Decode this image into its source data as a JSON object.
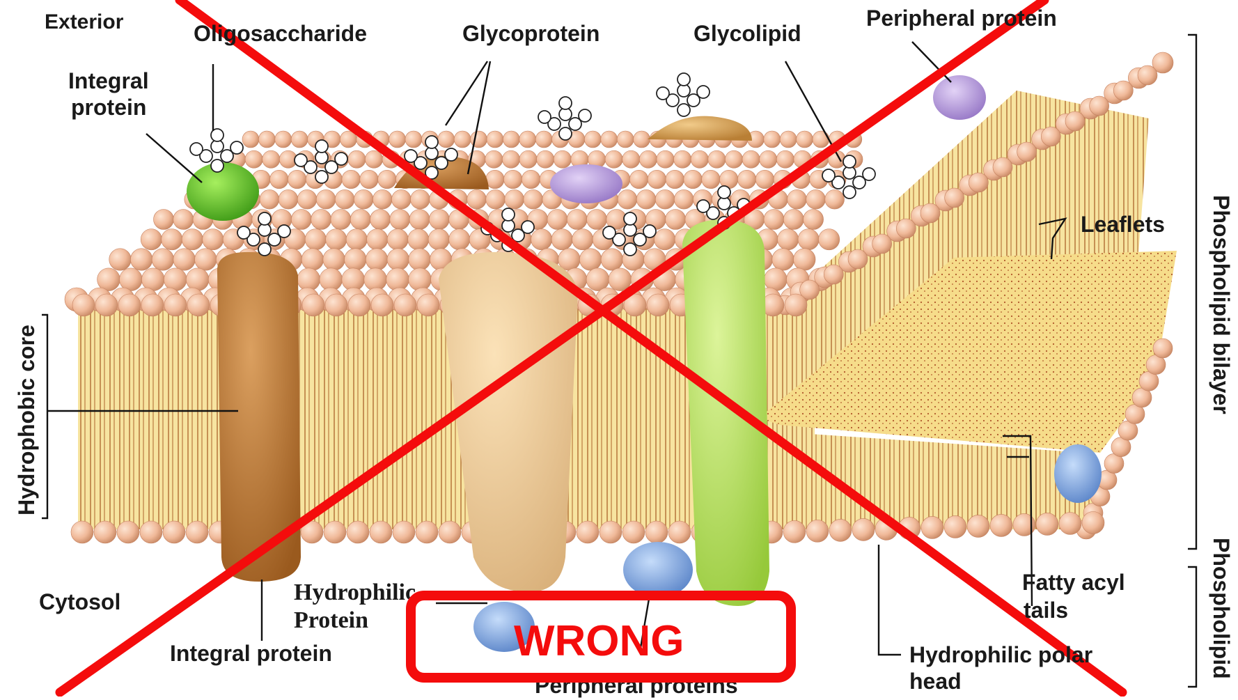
{
  "labels": {
    "exterior": "Exterior",
    "oligosaccharide": "Oligosaccharide",
    "glycoprotein": "Glycoprotein",
    "glycolipid": "Glycolipid",
    "peripheral_top": "Peripheral protein",
    "integral_top_1": "Integral",
    "integral_top_2": "protein",
    "leaflets": "Leaflets",
    "hydrophobic_core": "Hydrophobic core",
    "phospholipid_bilayer": "Phospholipid bilayer",
    "phospholipid": "Phospholipid",
    "cytosol": "Cytosol",
    "hydrophilic_protein_1": "Hydrophilic",
    "hydrophilic_protein_2": "Protein",
    "integral_bottom": "Integral protein",
    "peripheral_bottom": "Peripheral proteins",
    "fatty_1": "Fatty acyl",
    "fatty_2": "tails",
    "polar_1": "Hydrophilic polar",
    "polar_2": "head"
  },
  "stamp": {
    "text": "WRONG",
    "color": "#f40c0c"
  },
  "colors": {
    "head": "#f0b999",
    "bilayer": "#f7e4a0",
    "tail": "#b97a40",
    "integral_green": "#6fcf2a",
    "brown_protein": "#b86e2a",
    "tan_protein": "#e9c58e",
    "lime_protein": "#b8df5a",
    "purple_protein": "#b59ad8",
    "blue_protein": "#7ea6df",
    "glycolipid_cap": "#d9a455"
  }
}
